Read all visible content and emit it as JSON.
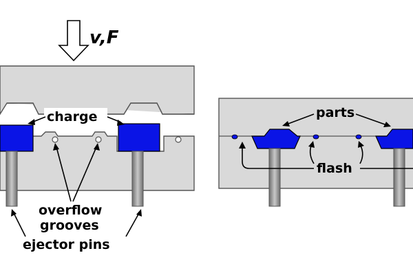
{
  "labels": {
    "force": "v,F",
    "charge": "charge",
    "overflow": "overflow",
    "grooves": "grooves",
    "ejector": "ejector pins",
    "parts": "parts",
    "flash": "flash"
  },
  "colors": {
    "mold": "#d9d9d9",
    "charge": "#0a14e6",
    "pin": "#8c8c8c",
    "background": "#ffffff"
  }
}
